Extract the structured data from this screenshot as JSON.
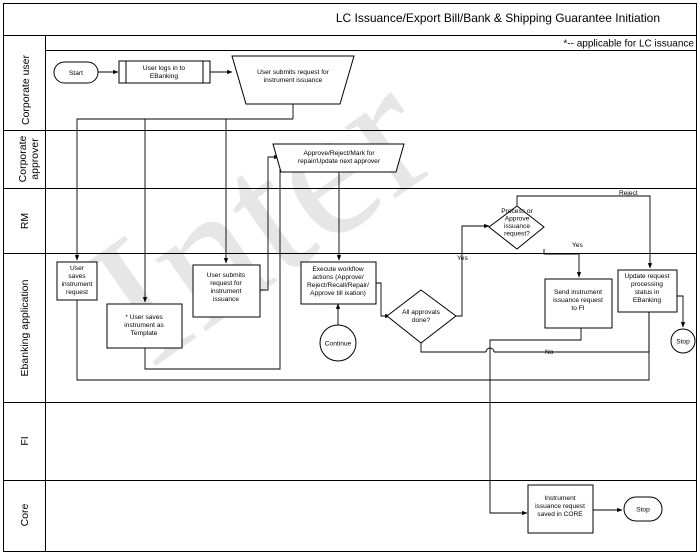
{
  "title": "LC Issuance/Export Bill/Bank & Shipping Guarantee Initiation",
  "note": "*-- applicable for LC issuance",
  "watermark": "Inter",
  "lanes": [
    "Corporate user",
    "Corporate approver",
    "RM",
    "Ebanking application",
    "FI",
    "Core"
  ],
  "nodes": {
    "start": [
      "Start"
    ],
    "login": [
      "User logs in to",
      "EBanking"
    ],
    "submit_request": [
      "User submits request for",
      "instrument issuance"
    ],
    "approve": [
      "Approve/Reject/Mark for",
      "repair/Update next approver"
    ],
    "process_q": [
      "Process or",
      "Approve",
      "issuance",
      "request?"
    ],
    "user_saves": [
      "User",
      "saves",
      "instrument",
      "request"
    ],
    "saves_template": [
      "* User saves",
      "instrument as",
      "Template"
    ],
    "submits": [
      "User submits",
      "request for",
      "instrument",
      "issuance"
    ],
    "execute": [
      "Execute workflow",
      "actions (Approve/",
      "Reject/Recall/Repair/",
      "Approve till ixation)"
    ],
    "continue": [
      "Continue"
    ],
    "all_approvals": [
      "All approvals",
      "done?"
    ],
    "send_fi": [
      "Send instrument",
      "issuance request",
      "to FI"
    ],
    "update_status": [
      "Update request",
      "processing",
      "status in",
      "EBanking"
    ],
    "stop_ebank": [
      "Stop"
    ],
    "saved_core": [
      "Instrument",
      "issuance request",
      "saved in CORE"
    ],
    "stop_core": [
      "Stop"
    ]
  },
  "edge_labels": {
    "reject": "Reject",
    "yes_rm": "Yes",
    "yes_approvals": "Yes",
    "no": "No"
  }
}
